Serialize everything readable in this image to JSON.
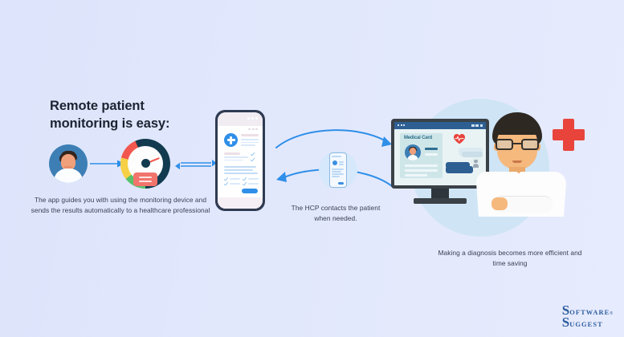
{
  "meta": {
    "title": "Remote patient monitoring infographic",
    "background_color": "#dfe6fb",
    "accent_blue": "#2f8fe8",
    "accent_red": "#e8443c",
    "dark_navy": "#123b4f"
  },
  "headline": {
    "line1": "Remote patient",
    "line2": "monitoring is easy:",
    "color": "#1c2331"
  },
  "steps": [
    {
      "id": "step-1",
      "caption": "The app guides you with using the monitoring device and sends the results automatically to a healthcare professional",
      "icons": [
        "patient-avatar-icon",
        "arrow-right-icon",
        "gauge-device-icon",
        "double-arrow-icon",
        "smartphone-app-icon"
      ]
    },
    {
      "id": "step-2",
      "caption": "The HCP contacts the patient when needed.",
      "icons": [
        "curved-arrow-right-icon",
        "curved-arrow-left-icon",
        "mini-smartphone-icon"
      ]
    },
    {
      "id": "step-3",
      "caption": "Making a diagnosis becomes more efficient and time saving",
      "icons": [
        "desktop-monitor-icon",
        "doctor-illustration",
        "red-medical-cross-icon"
      ]
    }
  ],
  "phone_app": {
    "cross_icon": "medical-cross-icon",
    "menu_dots": "three-dots-icon",
    "submit_button": "primary-action-button",
    "checkmarks": "checkmark-icon"
  },
  "monitor": {
    "card_title": "Medical Card",
    "heart_icon": "heartbeat-icon",
    "chat_icon": "chat-bubble-icon",
    "user_icon": "user-avatar-icon",
    "window_dots": "window-controls-icon",
    "titlebar_color": "#2e5f93",
    "card_color": "#cfe6e9"
  },
  "gauge": {
    "segments": [
      {
        "name": "green",
        "color": "#57c16b"
      },
      {
        "name": "yellow",
        "color": "#f6d046"
      },
      {
        "name": "red",
        "color": "#f2574f"
      },
      {
        "name": "navy",
        "color": "#123b4f"
      }
    ],
    "needle_color": "#f2574f",
    "base_color": "#f2746c"
  },
  "doctor": {
    "hair_color": "#2e2823",
    "skin_color": "#f5b97e",
    "coat_color": "#fdfdfd",
    "shirt_color": "#6aa7d8",
    "tie_color": "#e84848",
    "glasses": "eyeglasses-icon"
  },
  "logo": {
    "word1_cap": "S",
    "word1_rest": "OFTWARE",
    "registered": "®",
    "word2_cap": "S",
    "word2_rest": "UGGEST",
    "color": "#2c5c9e"
  }
}
